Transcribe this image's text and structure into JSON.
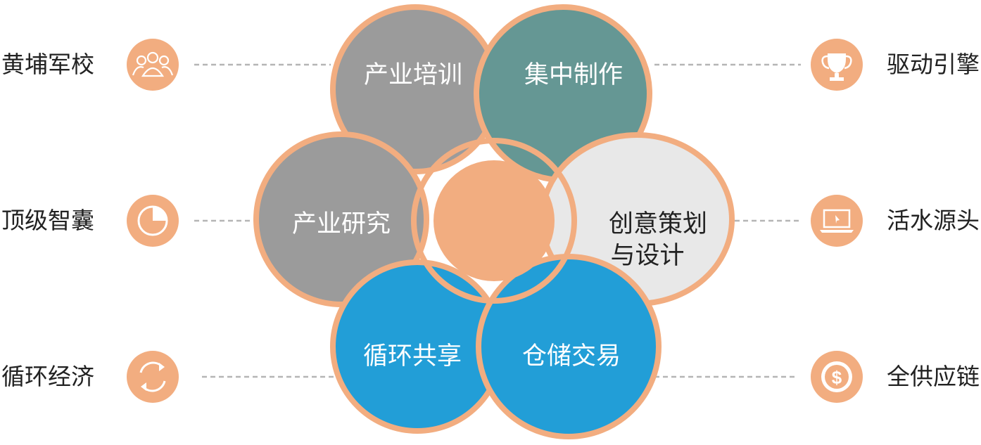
{
  "colors": {
    "accent": "#f2ad80",
    "gray_petal": "#9b9b9b",
    "teal_petal": "#659794",
    "light_petal": "#e8e8e8",
    "blue_petal": "#229ed7",
    "connector": "#b5b5b5",
    "white_text": "#ffffff",
    "dark_text": "#222222"
  },
  "petals": [
    {
      "id": "training",
      "label": "产业培训",
      "color_key": "gray_petal"
    },
    {
      "id": "production",
      "label": "集中制作",
      "color_key": "teal_petal"
    },
    {
      "id": "research",
      "label": "产业研究",
      "color_key": "gray_petal"
    },
    {
      "id": "creative",
      "label_lines": [
        "创意策划",
        "与设计"
      ],
      "color_key": "light_petal"
    },
    {
      "id": "circular",
      "label": "循环共享",
      "color_key": "blue_petal"
    },
    {
      "id": "storage",
      "label": "仓储交易",
      "color_key": "blue_petal"
    }
  ],
  "left_items": [
    {
      "label": "黄埔军校",
      "icon": "people-group-icon"
    },
    {
      "label": "顶级智囊",
      "icon": "pie-chart-icon"
    },
    {
      "label": "循环经济",
      "icon": "refresh-cycle-icon"
    }
  ],
  "right_items": [
    {
      "label": "驱动引擎",
      "icon": "trophy-icon"
    },
    {
      "label": "活水源头",
      "icon": "laptop-icon"
    },
    {
      "label": "全供应链",
      "icon": "dollar-seal-icon"
    }
  ]
}
